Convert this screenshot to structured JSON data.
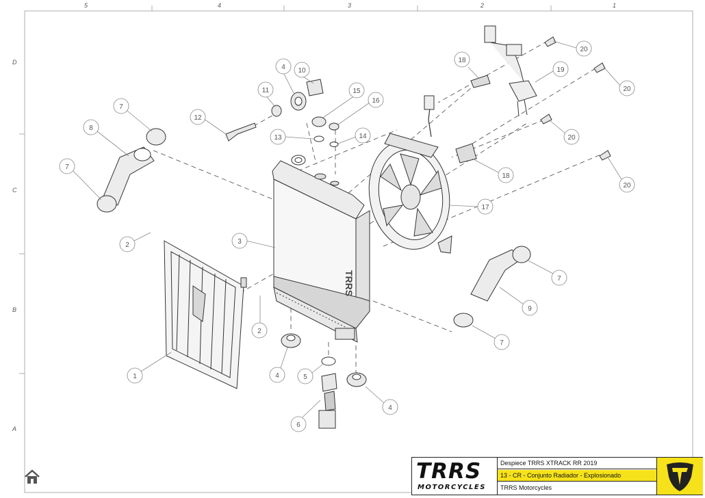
{
  "zones": {
    "columns": [
      "5",
      "4",
      "3",
      "2",
      "1"
    ],
    "rows": [
      "D",
      "C",
      "B",
      "A"
    ]
  },
  "callouts": [
    "20",
    "20",
    "19",
    "18",
    "4",
    "10",
    "11",
    "15",
    "16",
    "12",
    "13",
    "14",
    "7",
    "8",
    "7",
    "20",
    "18",
    "20",
    "17",
    "3",
    "2",
    "2",
    "7",
    "9",
    "7",
    "1",
    "4",
    "5",
    "4",
    "6"
  ],
  "title_block": {
    "logo_main": "TRRS",
    "logo_sub": "MOTORCYCLES",
    "document": "Despiece TRRS XTRACK RR 2019",
    "section": "13 - CR - Conjunto Radiador - Explosionado",
    "company": "TRRS Motorcycles"
  },
  "colors": {
    "accent": "#f6e21a",
    "line": "#333333",
    "callout": "#888888"
  },
  "icons": {
    "home": "home-icon",
    "brand": "trrs-shield-icon"
  }
}
